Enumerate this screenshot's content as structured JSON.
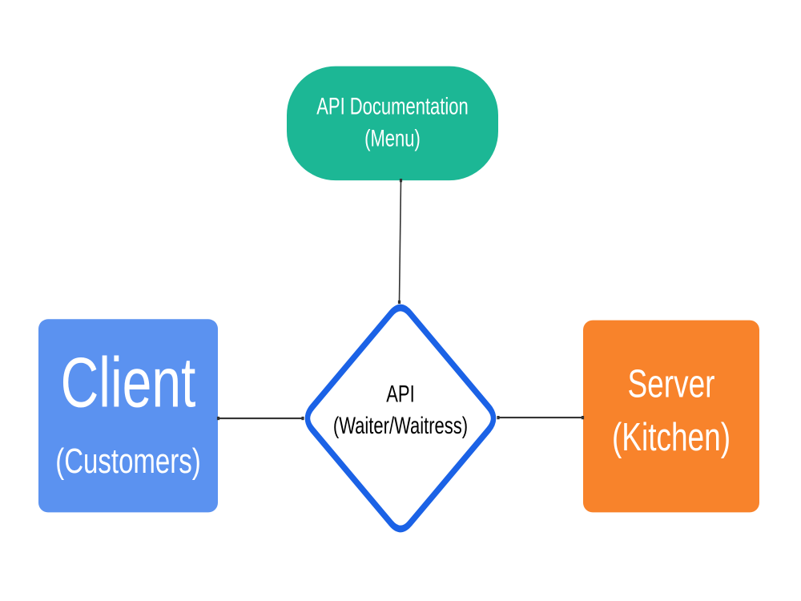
{
  "canvas": {
    "background": "#ffffff"
  },
  "colors": {
    "canvas": "#ffffff",
    "teal": "#1cb795",
    "blue": "#5b92f0",
    "orange": "#f8832b",
    "diamond_border": "#1b62e6",
    "diamond_fill": "#ffffff",
    "diamond_text": "#000000",
    "node_text": "#ffffff",
    "connector": "#333333"
  },
  "nodes": {
    "documentation": {
      "shape": "pill",
      "line1": "API Documentation",
      "line2": "(Menu)"
    },
    "client": {
      "shape": "rounded-rectangle",
      "line1": "Client",
      "line2": "(Customers)"
    },
    "api": {
      "shape": "diamond",
      "line1": "API",
      "line2": "(Waiter/Waitress)"
    },
    "server": {
      "shape": "rounded-rectangle",
      "line1": "Server",
      "line2": "(Kitchen)"
    }
  },
  "connectors": [
    {
      "from": "documentation",
      "to": "api",
      "orientation": "vertical"
    },
    {
      "from": "client",
      "to": "api",
      "orientation": "horizontal"
    },
    {
      "from": "api",
      "to": "server",
      "orientation": "horizontal"
    }
  ]
}
